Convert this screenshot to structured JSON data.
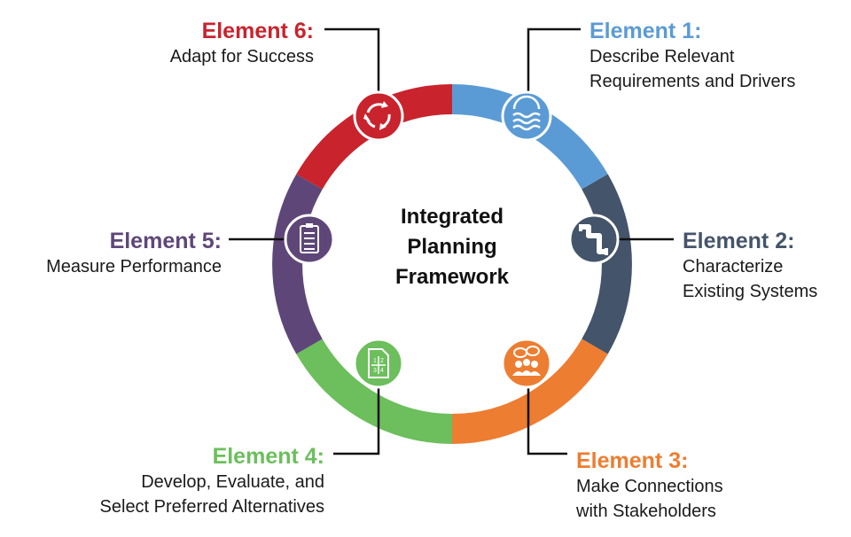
{
  "center": {
    "lines": [
      "Integrated",
      "Planning",
      "Framework"
    ]
  },
  "colors": {
    "element_1": "#5B9BD5",
    "element_2": "#44546A",
    "element_3": "#ED7D31",
    "element_4": "#6CBF5C",
    "element_5": "#5E4778",
    "element_6": "#C9232D",
    "leader_line": "#111111"
  },
  "elements": [
    {
      "title": "Element 1:",
      "lines": [
        "Describe Relevant",
        "Requirements and Drivers"
      ],
      "icon": "water-waves-icon"
    },
    {
      "title": "Element 2:",
      "lines": [
        "Characterize",
        "Existing Systems"
      ],
      "icon": "pipes-icon"
    },
    {
      "title": "Element 3:",
      "lines": [
        "Make Connections",
        "with Stakeholders"
      ],
      "icon": "stakeholders-icon"
    },
    {
      "title": "Element 4:",
      "lines": [
        "Develop, Evaluate, and",
        "Select Preferred Alternatives"
      ],
      "icon": "numbered-grid-document-icon"
    },
    {
      "title": "Element 5:",
      "lines": [
        "Measure Performance"
      ],
      "icon": "clipboard-checklist-icon"
    },
    {
      "title": "Element 6:",
      "lines": [
        "Adapt for Success"
      ],
      "icon": "cycle-arrows-icon"
    }
  ]
}
